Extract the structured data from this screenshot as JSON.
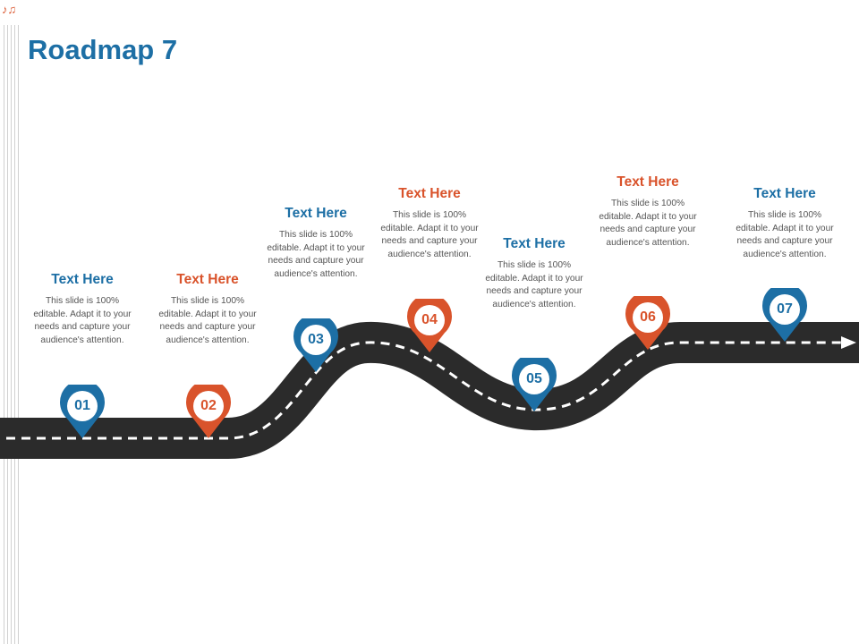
{
  "slide": {
    "title": "Roadmap 7",
    "corner_glyph": "♪♫"
  },
  "colors": {
    "blue": "#1d6fa5",
    "orange": "#d9532b",
    "road": "#2b2b2b",
    "road_line": "#ffffff",
    "body_text": "#555555"
  },
  "road": {
    "dashed_center_line": true,
    "end_marker": "arrow-right-icon"
  },
  "milestones": [
    {
      "number": "01",
      "color": "blue",
      "heading": "Text Here",
      "body": "This slide is 100% editable. Adapt it to your needs and capture your audience's attention."
    },
    {
      "number": "02",
      "color": "orange",
      "heading": "Text Here",
      "body": "This slide is 100% editable. Adapt it to your needs and capture your audience's attention."
    },
    {
      "number": "03",
      "color": "blue",
      "heading": "Text Here",
      "body": "This slide is 100% editable. Adapt it to your needs and capture your audience's attention."
    },
    {
      "number": "04",
      "color": "orange",
      "heading": "Text Here",
      "body": "This slide is 100% editable. Adapt it to your needs and capture your audience's attention."
    },
    {
      "number": "05",
      "color": "blue",
      "heading": "Text Here",
      "body": "This slide is 100% editable. Adapt it to your needs and capture your audience's attention."
    },
    {
      "number": "06",
      "color": "orange",
      "heading": "Text Here",
      "body": "This slide is 100% editable. Adapt it to your needs and capture your audience's attention."
    },
    {
      "number": "07",
      "color": "blue",
      "heading": "Text Here",
      "body": "This slide is 100% editable. Adapt it to your needs and capture your audience's attention."
    }
  ]
}
